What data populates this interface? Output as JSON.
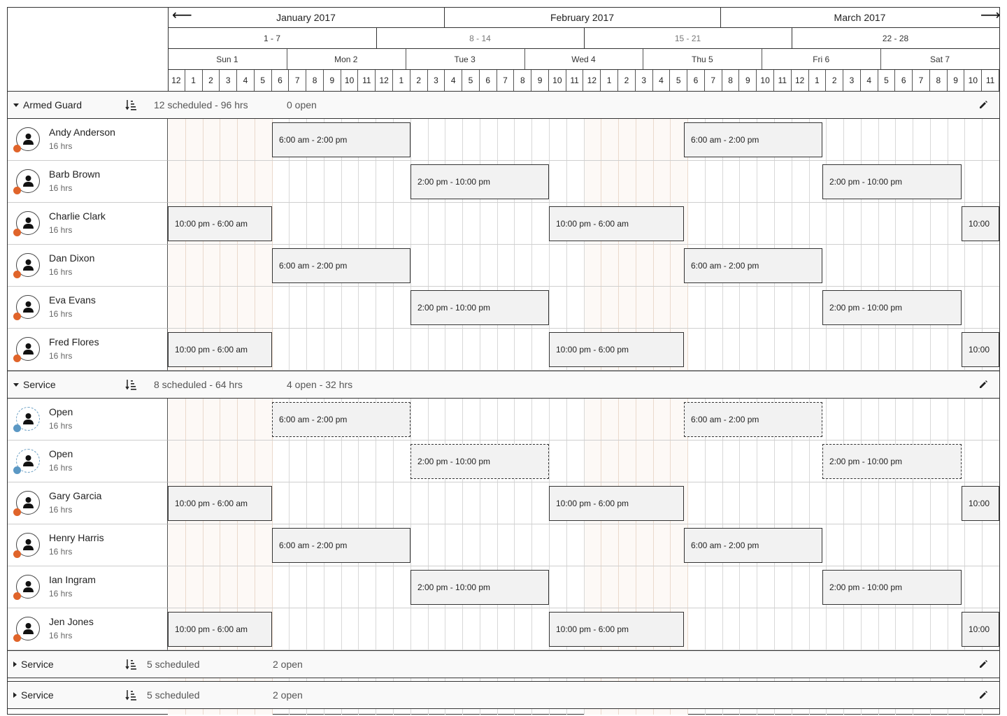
{
  "colors": {
    "accent_orange": "#e0642a",
    "open_blue": "#5b98c4",
    "shift_fill": "#f2f2f2",
    "night_shade": "#fdf9f6"
  },
  "header": {
    "prev_icon": "arrow-left-icon",
    "next_icon": "arrow-right-icon",
    "months": [
      {
        "label": "January 2017"
      },
      {
        "label": "February 2017"
      },
      {
        "label": "March 2017"
      }
    ],
    "weeks": [
      {
        "label": "1 - 7",
        "dim": false
      },
      {
        "label": "8 - 14",
        "dim": true
      },
      {
        "label": "15 - 21",
        "dim": true
      },
      {
        "label": "22 - 28",
        "dim": false
      }
    ],
    "days": [
      "Sun 1",
      "Mon 2",
      "Tue 3",
      "Wed 4",
      "Thu 5",
      "Fri 6",
      "Sat 7"
    ],
    "hours": [
      "12",
      "1",
      "2",
      "3",
      "4",
      "5",
      "6",
      "7",
      "8",
      "9",
      "10",
      "11",
      "12",
      "1",
      "2",
      "3",
      "4",
      "5",
      "6",
      "7",
      "8",
      "9",
      "10",
      "11",
      "12",
      "1",
      "2",
      "3",
      "4",
      "5",
      "6",
      "7",
      "8",
      "9",
      "10",
      "11",
      "12",
      "1",
      "2",
      "3",
      "4",
      "5",
      "6",
      "7",
      "8",
      "9",
      "10",
      "11"
    ]
  },
  "groups": [
    {
      "name": "Armed Guard",
      "expanded": true,
      "scheduled": "12 scheduled - 96 hrs",
      "open": "0 open",
      "employees": [
        {
          "name": "Andy Anderson",
          "hours": "16 hrs",
          "status": "assigned",
          "shifts": [
            {
              "label": "6:00 am - 2:00 pm",
              "start": 6,
              "end": 14
            },
            {
              "label": "6:00 am - 2:00 pm",
              "start": 29.8,
              "end": 37.8
            }
          ]
        },
        {
          "name": "Barb Brown",
          "hours": "16 hrs",
          "status": "assigned",
          "shifts": [
            {
              "label": "2:00 pm - 10:00 pm",
              "start": 14,
              "end": 22
            },
            {
              "label": "2:00 pm - 10:00 pm",
              "start": 37.8,
              "end": 45.8
            }
          ]
        },
        {
          "name": "Charlie Clark",
          "hours": "16 hrs",
          "status": "assigned",
          "shifts": [
            {
              "label": "10:00 pm - 6:00 am",
              "start": 0,
              "end": 6
            },
            {
              "label": "10:00 pm - 6:00 am",
              "start": 22,
              "end": 29.8
            },
            {
              "label": "10:00",
              "start": 45.8,
              "end": 48
            }
          ]
        },
        {
          "name": "Dan Dixon",
          "hours": "16 hrs",
          "status": "assigned",
          "shifts": [
            {
              "label": "6:00 am - 2:00 pm",
              "start": 6,
              "end": 14
            },
            {
              "label": "6:00 am - 2:00 pm",
              "start": 29.8,
              "end": 37.8
            }
          ]
        },
        {
          "name": "Eva Evans",
          "hours": "16 hrs",
          "status": "assigned",
          "shifts": [
            {
              "label": "2:00 pm - 10:00 pm",
              "start": 14,
              "end": 22
            },
            {
              "label": "2:00 pm - 10:00 pm",
              "start": 37.8,
              "end": 45.8
            }
          ]
        },
        {
          "name": "Fred Flores",
          "hours": "16 hrs",
          "status": "assigned",
          "shifts": [
            {
              "label": "10:00 pm - 6:00 am",
              "start": 0,
              "end": 6
            },
            {
              "label": "10:00 pm - 6:00 pm",
              "start": 22,
              "end": 29.8
            },
            {
              "label": "10:00",
              "start": 45.8,
              "end": 48
            }
          ]
        }
      ]
    },
    {
      "name": "Service",
      "expanded": true,
      "scheduled": "8 scheduled - 64 hrs",
      "open": "4 open - 32 hrs",
      "employees": [
        {
          "name": "Open",
          "hours": "16 hrs",
          "status": "open",
          "shifts": [
            {
              "label": "6:00 am - 2:00 pm",
              "start": 6,
              "end": 14,
              "open": true
            },
            {
              "label": "6:00 am - 2:00 pm",
              "start": 29.8,
              "end": 37.8,
              "open": true
            }
          ]
        },
        {
          "name": "Open",
          "hours": "16 hrs",
          "status": "open",
          "shifts": [
            {
              "label": "2:00 pm - 10:00 pm",
              "start": 14,
              "end": 22,
              "open": true
            },
            {
              "label": "2:00 pm - 10:00 pm",
              "start": 37.8,
              "end": 45.8,
              "open": true
            }
          ]
        },
        {
          "name": "Gary Garcia",
          "hours": "16 hrs",
          "status": "assigned",
          "shifts": [
            {
              "label": "10:00 pm - 6:00 am",
              "start": 0,
              "end": 6
            },
            {
              "label": "10:00 pm - 6:00 pm",
              "start": 22,
              "end": 29.8
            },
            {
              "label": "10:00",
              "start": 45.8,
              "end": 48
            }
          ]
        },
        {
          "name": "Henry Harris",
          "hours": "16 hrs",
          "status": "assigned",
          "shifts": [
            {
              "label": "6:00 am - 2:00 pm",
              "start": 6,
              "end": 14
            },
            {
              "label": "6:00 am - 2:00 pm",
              "start": 29.8,
              "end": 37.8
            }
          ]
        },
        {
          "name": "Ian Ingram",
          "hours": "16 hrs",
          "status": "assigned",
          "shifts": [
            {
              "label": "2:00 pm - 10:00 pm",
              "start": 14,
              "end": 22
            },
            {
              "label": "2:00 pm - 10:00 pm",
              "start": 37.8,
              "end": 45.8
            }
          ]
        },
        {
          "name": "Jen Jones",
          "hours": "16 hrs",
          "status": "assigned",
          "shifts": [
            {
              "label": "10:00 pm - 6:00 am",
              "start": 0,
              "end": 6
            },
            {
              "label": "10:00 pm - 6:00 pm",
              "start": 22,
              "end": 29.8
            },
            {
              "label": "10:00",
              "start": 45.8,
              "end": 48
            }
          ]
        }
      ]
    },
    {
      "name": "Service",
      "expanded": false,
      "scheduled": "5 scheduled",
      "open": "2 open",
      "employees": []
    },
    {
      "name": "Service",
      "expanded": false,
      "scheduled": "5 scheduled",
      "open": "2 open",
      "employees": []
    }
  ]
}
